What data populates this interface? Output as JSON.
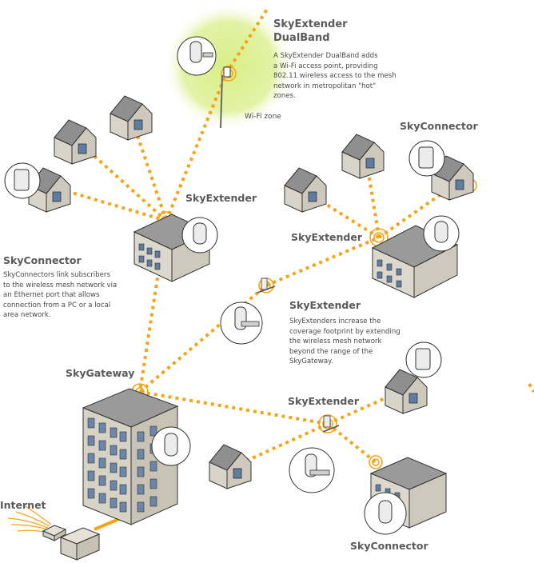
{
  "labels": {
    "dualband": [
      "SkyExtender",
      "DualBand"
    ],
    "dualband_desc": [
      "A SkyExtender DualBand adds",
      "a Wi-Fi access point, providing",
      "802.11 wireless access to the mesh",
      "network in metropolitan \"hot\"",
      "zones."
    ],
    "wifi_zone": "Wi-Fi zone",
    "skyextender_top": "SkyExtender",
    "skyconnector_top_right": "SkyConnector",
    "skyextender_right": "SkyExtender",
    "skyconnector_left": "SkyConnector",
    "skyconnector_desc": [
      "SkyConnectors link subscribers",
      "to the wireless mesh network via",
      "an Ethernet port that allows",
      "connection from a PC or a local",
      "area network."
    ],
    "skyextender_mid": "SkyExtender",
    "skyextender_desc": [
      "SkyExtenders increase the",
      "coverage footprint by extending",
      "the wireless mesh network",
      "beyond the range of the",
      "SkyGateway."
    ],
    "skygateway": "SkyGateway",
    "skyextender_bottom": "SkyExtender",
    "internet": "Internet",
    "skyconnector_bottom": "SkyConnector"
  },
  "colors": {
    "link": "#f5a418",
    "wifi_glow": "#e3f2a6",
    "wall": "#d9d4c9",
    "roof": "#8f8f8f",
    "label": "#5a5a5a"
  }
}
